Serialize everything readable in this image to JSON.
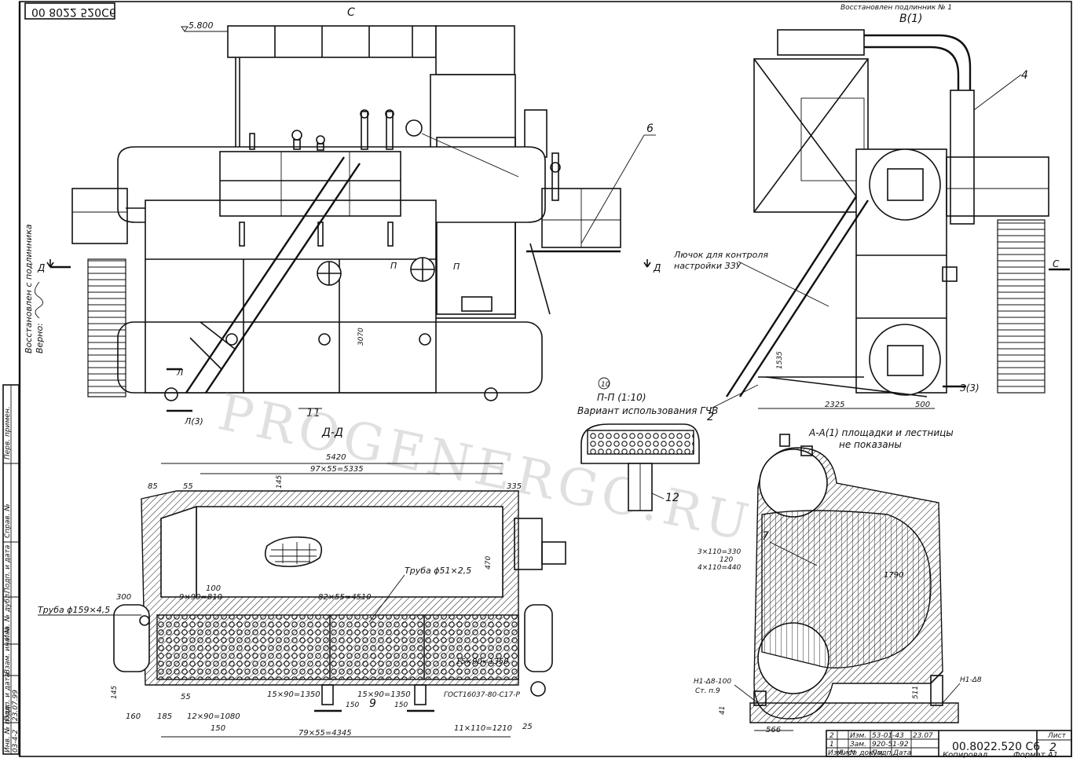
{
  "drawing": {
    "number_top_left": "00 8022 520С6",
    "number_bottom": "00.8022.520 С6",
    "restored_top": "Восстановлен подлинник № 1",
    "restored_side_1": "Восстановлен с подлинника",
    "restored_side_2": "Верно:",
    "sheet_label": "Лист",
    "sheet_number": "2",
    "copied_label": "Копировал",
    "format_label": "Формат А1",
    "watermark": "PROGENERGO.RU"
  },
  "side_strip": {
    "cells": [
      "Перв. примен.",
      "Справ. №",
      "Подп. и дата",
      "Инв. № дубл.",
      "Взам. инв. №",
      "Подп. и дата",
      "Инв. № подл."
    ],
    "values": [
      "",
      "",
      "",
      "",
      "",
      "23.07.99",
      "03-4-2"
    ]
  },
  "elevation_view": {
    "view_label": "С",
    "height_mark": "5.800",
    "section_d_left": "Д",
    "section_d_right": "Д",
    "section_l": "Л",
    "section_l3": "Л(3)",
    "section_p": "П",
    "section_p2": "П",
    "dim_3070": "3070",
    "part_6": "6",
    "part_11": "11"
  },
  "side_view": {
    "title": "В(1)",
    "part_4": "4",
    "part_2": "2",
    "hatch_note_1": "Лючок для контроля",
    "hatch_note_2": "настройки ЗЗУ",
    "section_c": "С",
    "section_z": "З(3)",
    "dim_1535": "1535",
    "dim_2325": "2325",
    "dim_500": "500"
  },
  "detail_pp": {
    "number": "10",
    "title": "П-П (1:10)",
    "note": "Вариант использования ГЧВ",
    "part_12": "12"
  },
  "section_dd": {
    "title": "Д-Д",
    "dim_5420": "5420",
    "dim_top": "97×55=5335",
    "dim_145": "145",
    "dim_85": "85",
    "dim_55": "55",
    "dim_335": "335",
    "pipe_51": "Труба ϕ51×2,5",
    "dim_9x90": "9×90=810",
    "dim_100": "100",
    "dim_82": "82×55=4510",
    "dim_300": "300",
    "pipe_159": "Труба ϕ159×4,5",
    "dim_15x90_a": "15×90=1350",
    "dim_15x90_b": "15×90=1350",
    "dim_15x90_c": "15×90=1350",
    "gost": "ГОСТ16037-80-С17-Р",
    "dim_145b": "145",
    "dim_55b": "55",
    "dim_160": "160",
    "dim_185": "185",
    "dim_12x90": "12×90=1080",
    "part_9": "9",
    "dim_150a": "150",
    "dim_150b": "150",
    "dim_150c": "150",
    "dim_79": "79×55=4345",
    "dim_11x110": "11×110=1210",
    "dim_25": "25",
    "dim_470": "470"
  },
  "section_aa": {
    "title": "А-А(1) площадки и лестницы",
    "title_2": "не показаны",
    "part_7": "7",
    "dim_3x110": "3×110=330",
    "dim_120": "120",
    "dim_4x110": "4×110=440",
    "dim_1790": "1790",
    "weld_1": "Н1-Δ8-100",
    "weld_1b": "Ст. п.9",
    "weld_2": "Н1-Δ8",
    "dim_566": "566",
    "dim_41": "41",
    "dim_511": "511"
  },
  "revision_table": {
    "rows": [
      [
        "2",
        "",
        "Изм.",
        "53-01-43",
        "",
        "23.07"
      ],
      [
        "1",
        "",
        "Зам.",
        "920-51-92",
        "",
        ""
      ],
      [
        "Изм.",
        "Лист",
        "№ докум.",
        "Подп.",
        "Дата",
        ""
      ]
    ]
  }
}
